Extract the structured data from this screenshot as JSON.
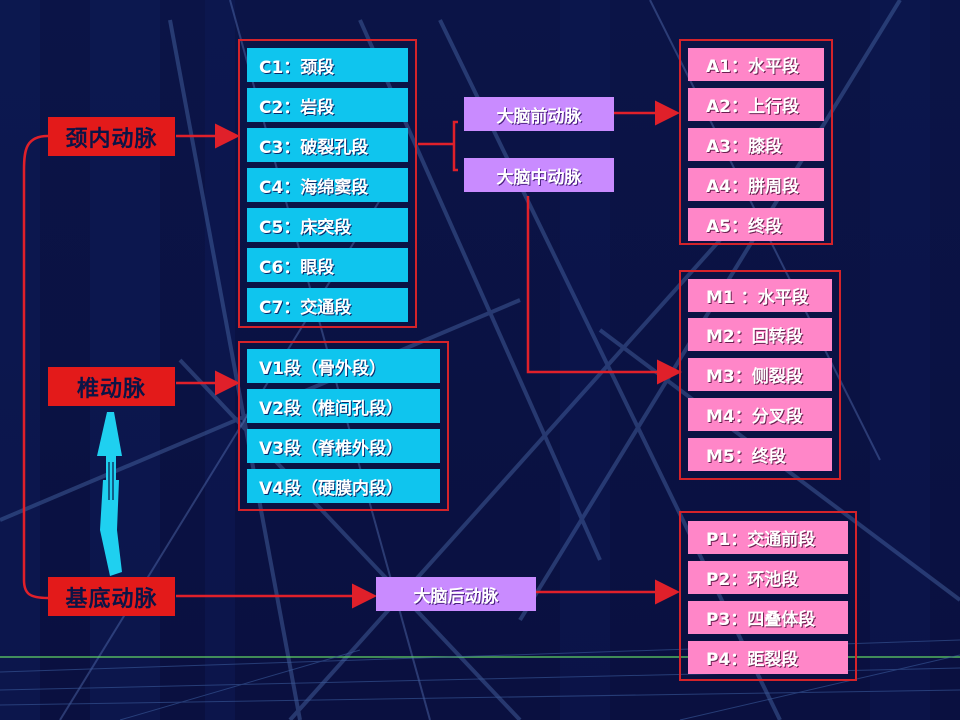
{
  "roots": {
    "internal_carotid": "颈内动脉",
    "vertebral": "椎动脉",
    "basilar": "基底动脉"
  },
  "carotid_segments": [
    "C1：颈段",
    "C2：岩段",
    "C3：破裂孔段",
    "C4：海绵窦段",
    "C5：床突段",
    "C6：眼段",
    "C7：交通段"
  ],
  "vertebral_segments": [
    "V1段（骨外段）",
    "V2段（椎间孔段）",
    "V3段（脊椎外段）",
    "V4段（硬膜内段）"
  ],
  "cerebral_arteries": {
    "anterior": "大脑前动脉",
    "middle": "大脑中动脉",
    "posterior": "大脑后动脉"
  },
  "aca_segments": [
    "A1：水平段",
    "A2：上行段",
    "A3：膝段",
    "A4：胼周段",
    "A5：终段"
  ],
  "mca_segments": [
    "M1 ：水平段",
    "M2：回转段",
    "M3：侧裂段",
    "M4：分叉段",
    "M5：终段"
  ],
  "pca_segments": [
    "P1：交通前段",
    "P2：环池段",
    "P3：四叠体段",
    "P4：距裂段"
  ],
  "colors": {
    "background": "#0a1142",
    "root_box": "#e31a1a",
    "segment_blue": "#0fc5ee",
    "segment_pink": "#ff86c8",
    "artery_purple": "#c98bff",
    "arrow_red": "#e0202a",
    "connector_cyan": "#1fd0f0"
  }
}
